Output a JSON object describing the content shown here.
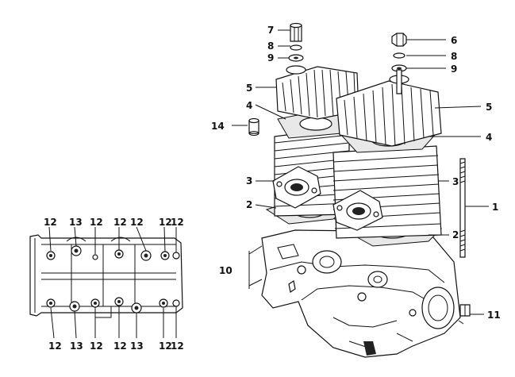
{
  "diagram": {
    "type": "exploded-parts-diagram",
    "colors": {
      "ink": "#111111",
      "paper": "#ffffff"
    },
    "callouts": {
      "part_1": "1",
      "part_2_left": "2",
      "part_2_right": "2",
      "part_3_left": "3",
      "part_3_right": "3",
      "part_4_left": "4",
      "part_4_right": "4",
      "part_5_left": "5",
      "part_5_right": "5",
      "part_6": "6",
      "part_7": "7",
      "part_8_left": "8",
      "part_8_right": "8",
      "part_9_left": "9",
      "part_9_right": "9",
      "part_10": "10",
      "part_11": "11",
      "part_14": "14",
      "bolt_top": [
        "12",
        "13",
        "12",
        "12",
        "12",
        "12",
        "12"
      ],
      "bolt_bottom": [
        "12",
        "13",
        "12",
        "12",
        "13",
        "12",
        "12"
      ]
    }
  }
}
